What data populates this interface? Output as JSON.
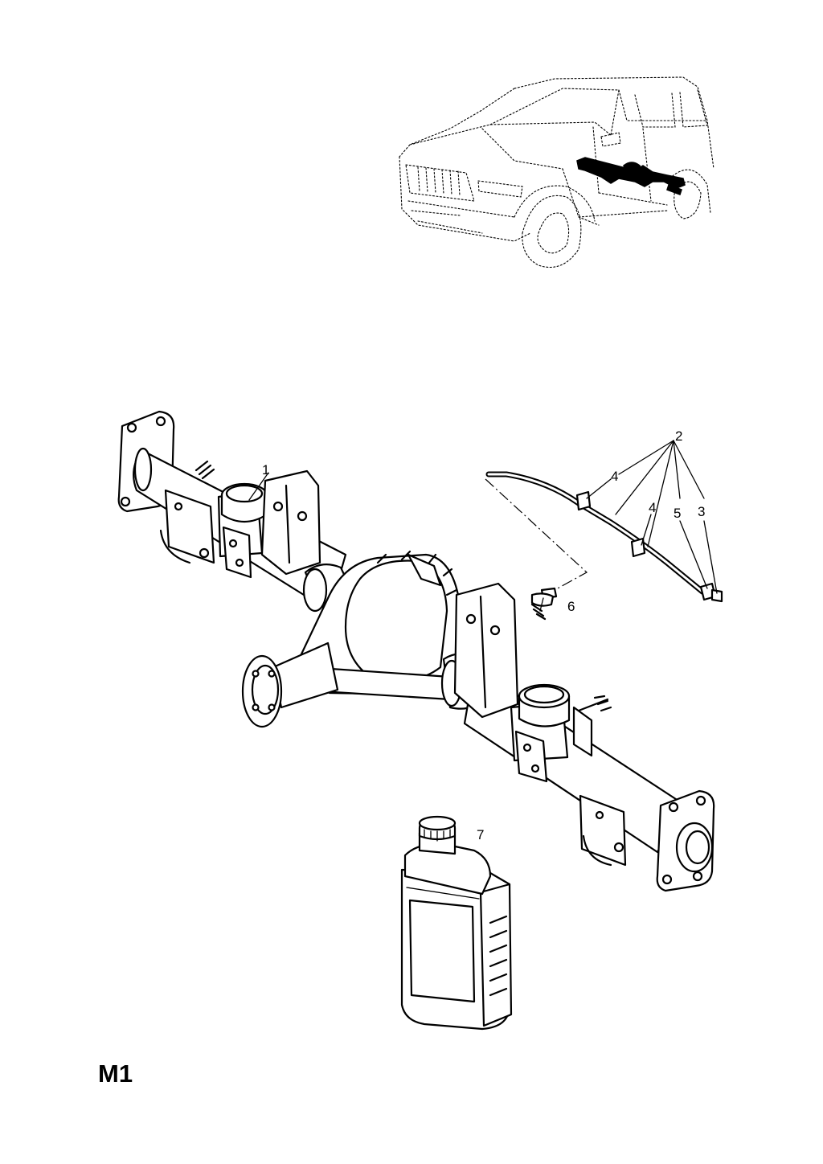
{
  "page_code": "M1",
  "callouts": [
    {
      "id": "1",
      "label": "1"
    },
    {
      "id": "2",
      "label": "2"
    },
    {
      "id": "3",
      "label": "3"
    },
    {
      "id": "4a",
      "label": "4"
    },
    {
      "id": "4b",
      "label": "4"
    },
    {
      "id": "5",
      "label": "5"
    },
    {
      "id": "6",
      "label": "6"
    },
    {
      "id": "7",
      "label": "7"
    }
  ]
}
